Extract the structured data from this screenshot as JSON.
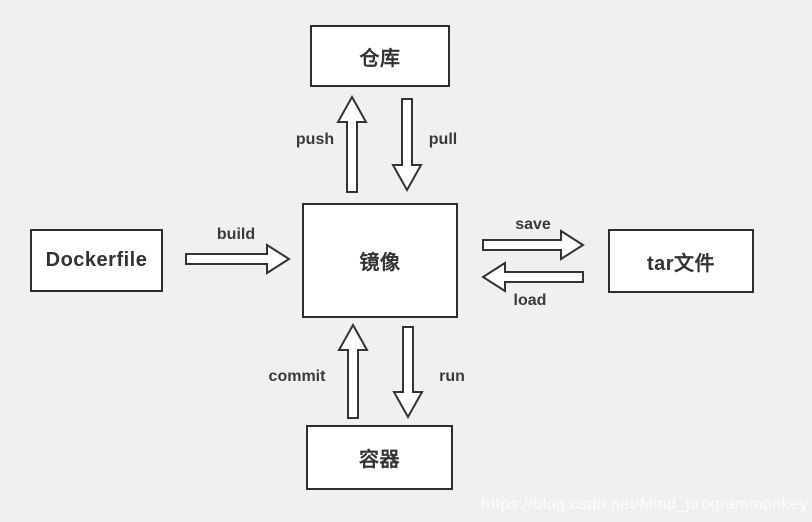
{
  "diagram": {
    "title": "Docker image lifecycle diagram",
    "nodes": {
      "repository": {
        "label": "仓库"
      },
      "image": {
        "label": "镜像"
      },
      "dockerfile": {
        "label": "Dockerfile"
      },
      "tarfile": {
        "label": "tar文件"
      },
      "container": {
        "label": "容器"
      }
    },
    "edges": {
      "push": {
        "label": "push",
        "from": "image",
        "to": "repository",
        "direction": "up"
      },
      "pull": {
        "label": "pull",
        "from": "repository",
        "to": "image",
        "direction": "down"
      },
      "build": {
        "label": "build",
        "from": "dockerfile",
        "to": "image",
        "direction": "right"
      },
      "save": {
        "label": "save",
        "from": "image",
        "to": "tarfile",
        "direction": "right"
      },
      "load": {
        "label": "load",
        "from": "tarfile",
        "to": "image",
        "direction": "left"
      },
      "commit": {
        "label": "commit",
        "from": "container",
        "to": "image",
        "direction": "up"
      },
      "run": {
        "label": "run",
        "from": "image",
        "to": "container",
        "direction": "down"
      }
    },
    "watermark": "https://blog.csdn.net/Mind_programmonkey",
    "colors": {
      "background": "#f0f0f0",
      "node_fill": "#ffffff",
      "stroke": "#333333",
      "text": "#3a3a3a",
      "watermark": "#fbfbfb"
    }
  }
}
